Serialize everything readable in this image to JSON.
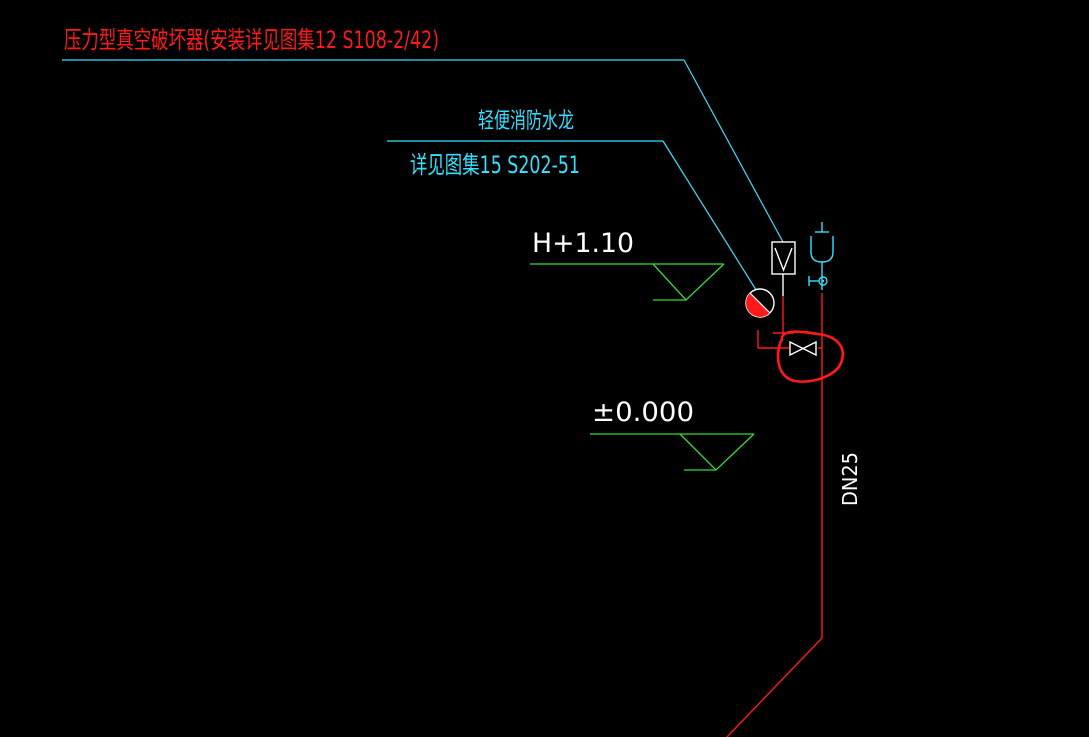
{
  "annotations": {
    "vacuum_breaker_label": "压力型真空破坏器(安装详见图集12 S108-2/42)",
    "hose_reel_label": "轻便消防水龙",
    "hose_reel_reference": "详见图集15 S202-51",
    "elevation_upper": "H+1.10",
    "elevation_floor": "±0.000",
    "pipe_size": "DN25"
  },
  "colors": {
    "background": "#000000",
    "red": "#ff1a1a",
    "cyan": "#33e0ff",
    "green": "#33dd33",
    "white": "#ffffff"
  },
  "icons": {
    "vacuum_breaker": "vacuum-breaker-symbol",
    "hose_reel": "fire-hose-reel-symbol",
    "gate_valve": "gate-valve-symbol",
    "faucet": "faucet-symbol",
    "elevation_marks": "elevation-triangle-symbol"
  }
}
